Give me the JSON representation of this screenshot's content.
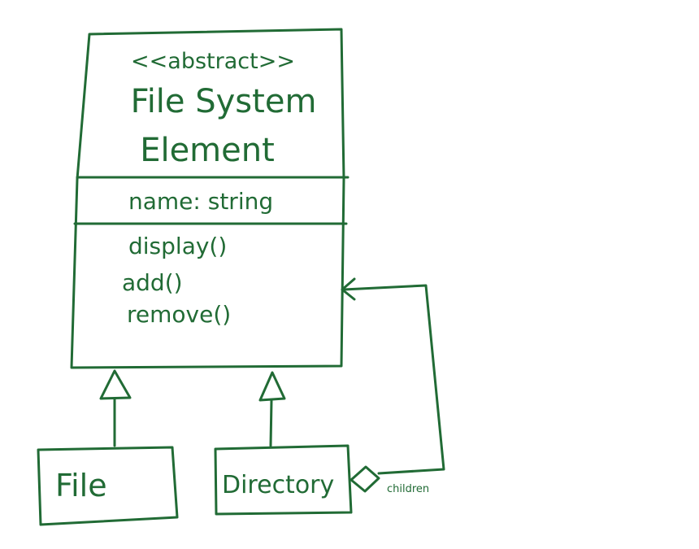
{
  "colors": {
    "ink": "#216b35",
    "background": "#ffffff"
  },
  "abstract_class": {
    "stereotype": "<<abstract>>",
    "name_line1": "File System",
    "name_line2": "Element",
    "attribute": "name: string",
    "methods": [
      "display()",
      "add()",
      "remove()"
    ]
  },
  "file_class": {
    "name": "File"
  },
  "directory_class": {
    "name": "Directory"
  },
  "aggregation": {
    "label": "children"
  }
}
